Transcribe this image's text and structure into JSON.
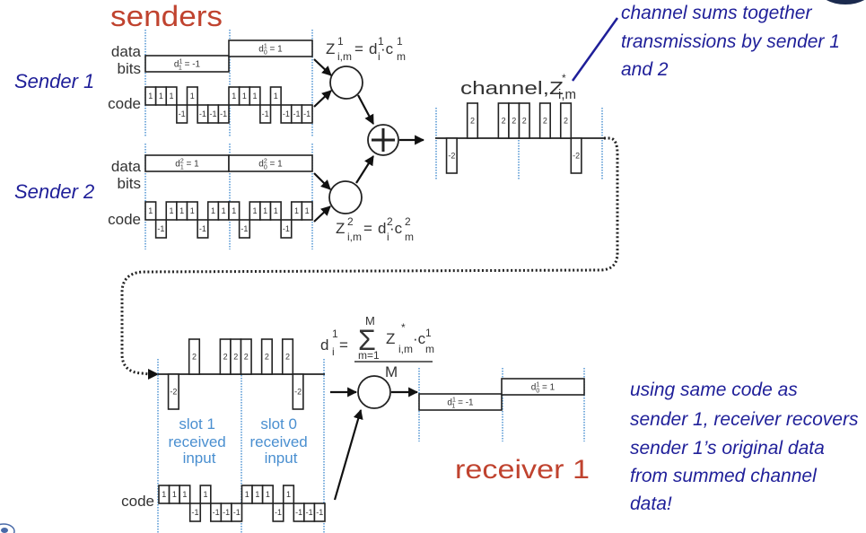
{
  "titles": {
    "senders": "senders",
    "receiver": "receiver 1"
  },
  "senders": [
    {
      "name": "Sender 1",
      "data_label": "data",
      "bits_label": "bits",
      "code_label": "code",
      "data_bits": [
        {
          "symbol": "d",
          "sup": "1",
          "sub": "1",
          "eq": "= -1",
          "value": -1
        },
        {
          "symbol": "d",
          "sup": "1",
          "sub": "0",
          "eq": "= 1",
          "value": 1
        }
      ],
      "code": [
        1,
        1,
        1,
        -1,
        1,
        -1,
        -1,
        -1,
        1,
        1,
        1,
        -1,
        1,
        -1,
        -1,
        -1
      ],
      "equation": {
        "z": "Z",
        "z_sup": "1",
        "z_sub": "i,m",
        "equals": "=",
        "d": "d",
        "d_sup": "1",
        "d_sub": "i",
        "dot_c": "·c",
        "c_sup": "1",
        "c_sub": "m"
      }
    },
    {
      "name": "Sender 2",
      "data_label": "data",
      "bits_label": "bits",
      "code_label": "code",
      "data_bits": [
        {
          "symbol": "d",
          "sup": "2",
          "sub": "1",
          "eq": "= 1",
          "value": 1
        },
        {
          "symbol": "d",
          "sup": "2",
          "sub": "0",
          "eq": "= 1",
          "value": 1
        }
      ],
      "code": [
        1,
        -1,
        1,
        1,
        1,
        -1,
        1,
        1,
        1,
        -1,
        1,
        1,
        1,
        -1,
        1,
        1
      ],
      "equation": {
        "z": "Z",
        "z_sup": "2",
        "z_sub": "i,m",
        "equals": "=",
        "d": "d",
        "d_sup": "2",
        "d_sub": "i",
        "dot_c": "·c",
        "c_sup": "2",
        "c_sub": "m"
      }
    }
  ],
  "channel": {
    "label": "channel,Z",
    "label_sup": "*",
    "label_sub": "i,m",
    "values": [
      0,
      -2,
      0,
      2,
      0,
      0,
      2,
      2,
      2,
      0,
      2,
      0,
      2,
      -2,
      0,
      0
    ]
  },
  "receiver": {
    "input_values": [
      0,
      -2,
      0,
      2,
      0,
      0,
      2,
      2,
      2,
      0,
      2,
      0,
      2,
      -2,
      0,
      0
    ],
    "slots": [
      {
        "lines": [
          "slot 1",
          "received",
          "input"
        ]
      },
      {
        "lines": [
          "slot 0",
          "received",
          "input"
        ]
      }
    ],
    "code_label": "code",
    "code": [
      1,
      1,
      1,
      -1,
      1,
      -1,
      -1,
      -1,
      1,
      1,
      1,
      -1,
      1,
      -1,
      -1,
      -1
    ],
    "equation": {
      "d": "d",
      "d_sup": "1",
      "d_sub": "i",
      "equals": "=",
      "sum": "Σ",
      "sum_upper": "M",
      "sum_lower": "m=1",
      "z": "Z",
      "z_sup": "*",
      "z_sub": "i,m",
      "dot_c": "·c",
      "c_sup": "1",
      "c_sub": "m",
      "denominator": "M"
    },
    "output_bits": [
      {
        "symbol": "d",
        "sup": "1",
        "sub": "1",
        "eq": "= -1",
        "value": -1
      },
      {
        "symbol": "d",
        "sup": "1",
        "sub": "0",
        "eq": "= 1",
        "value": 1
      }
    ]
  },
  "annotations": {
    "channel_note": [
      "channel sums together",
      "transmissions by sender 1",
      "and 2"
    ],
    "receiver_note": [
      "using same code as",
      "sender 1, receiver recovers",
      "sender 1’s original data",
      "from summed channel",
      "data!"
    ]
  },
  "colors": {
    "title": "#c0432f",
    "annotation": "#1f1f99",
    "slot_text": "#4a8fd0",
    "slot_divider": "#5b9bd5",
    "ink": "#222222"
  }
}
